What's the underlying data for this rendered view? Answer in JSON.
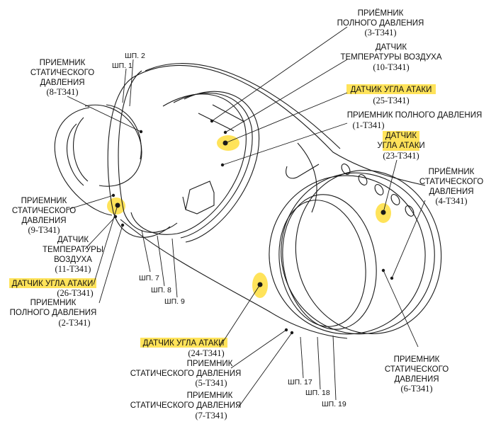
{
  "colors": {
    "highlight": "#ffe35a",
    "line": "#1a1a1a",
    "background": "#ffffff"
  },
  "frames": {
    "f2": "ШП. 2",
    "f1": "ШП. 1",
    "f7": "ШП. 7",
    "f8": "ШП. 8",
    "f9": "ШП. 9",
    "f17": "ШП. 17",
    "f18": "ШП. 18",
    "f19": "ШП. 19"
  },
  "labels": {
    "l3": {
      "lines": [
        "ПРИЁМНИК",
        "ПОЛНОГО ДАВЛЕНИЯ"
      ],
      "code": "(3-Т341)"
    },
    "l10": {
      "lines": [
        "ДАТЧИК",
        "ТЕМПЕРАТУРЫ ВОЗДУХА"
      ],
      "code": "(10-Т341)"
    },
    "l25": {
      "lines": [
        "ДАТЧИК УГЛА АТАКИ"
      ],
      "code": "(25-Т341)"
    },
    "l1": {
      "lines": [
        "ПРИЕМНИК ПОЛНОГО ДАВЛЕНИЯ"
      ],
      "code": "(1-Т341)"
    },
    "l23": {
      "lines": [
        "ДАТЧИК",
        "УГЛА АТАКИ"
      ],
      "code": "(23-Т341)"
    },
    "l4": {
      "lines": [
        "ПРИЁМНИК",
        "СТАТИЧЕСКОГО",
        "ДАВЛЕНИЯ"
      ],
      "code": "(4-Т341)"
    },
    "l8": {
      "lines": [
        "ПРИЕМНИК",
        "СТАТИЧЕСКОГО",
        "ДАВЛЕНИЯ"
      ],
      "code": "(8-Т341)"
    },
    "l9": {
      "lines": [
        "ПРИЕМНИК",
        "СТАТИЧЕСКОГО",
        "ДАВЛЕНИЯ"
      ],
      "code": "(9-Т341)"
    },
    "l11": {
      "lines": [
        "ДАТЧИК",
        "ТЕМПЕРАТУРЫ",
        "ВОЗДУХА"
      ],
      "code": "(11-Т341)"
    },
    "l26": {
      "lines": [
        "ДАТЧИК УГЛА АТАКИ"
      ],
      "code": "(26-Т341)"
    },
    "l2": {
      "lines": [
        "ПРИЕМНИК",
        "ПОЛНОГО ДАВЛЕНИЯ"
      ],
      "code": "(2-Т341)"
    },
    "l24": {
      "lines": [
        "ДАТЧИК УГЛА АТАКИ"
      ],
      "code": "(24-Т341)"
    },
    "l5": {
      "lines": [
        "ПРИЕМНИК",
        "СТАТИЧЕСКОГО ДАВЛЕНИЯ"
      ],
      "code": "(5-Т341)"
    },
    "l7": {
      "lines": [
        "ПРИЕМНИК",
        "СТАТИЧЕСКОГО ДАВЛЕНИЯ"
      ],
      "code": "(7-Т341)"
    },
    "l6": {
      "lines": [
        "ПРИЕМНИК",
        "СТАТИЧЕСКОГО",
        "ДАВЛЕНИЯ"
      ],
      "code": "(6-Т341)"
    }
  }
}
